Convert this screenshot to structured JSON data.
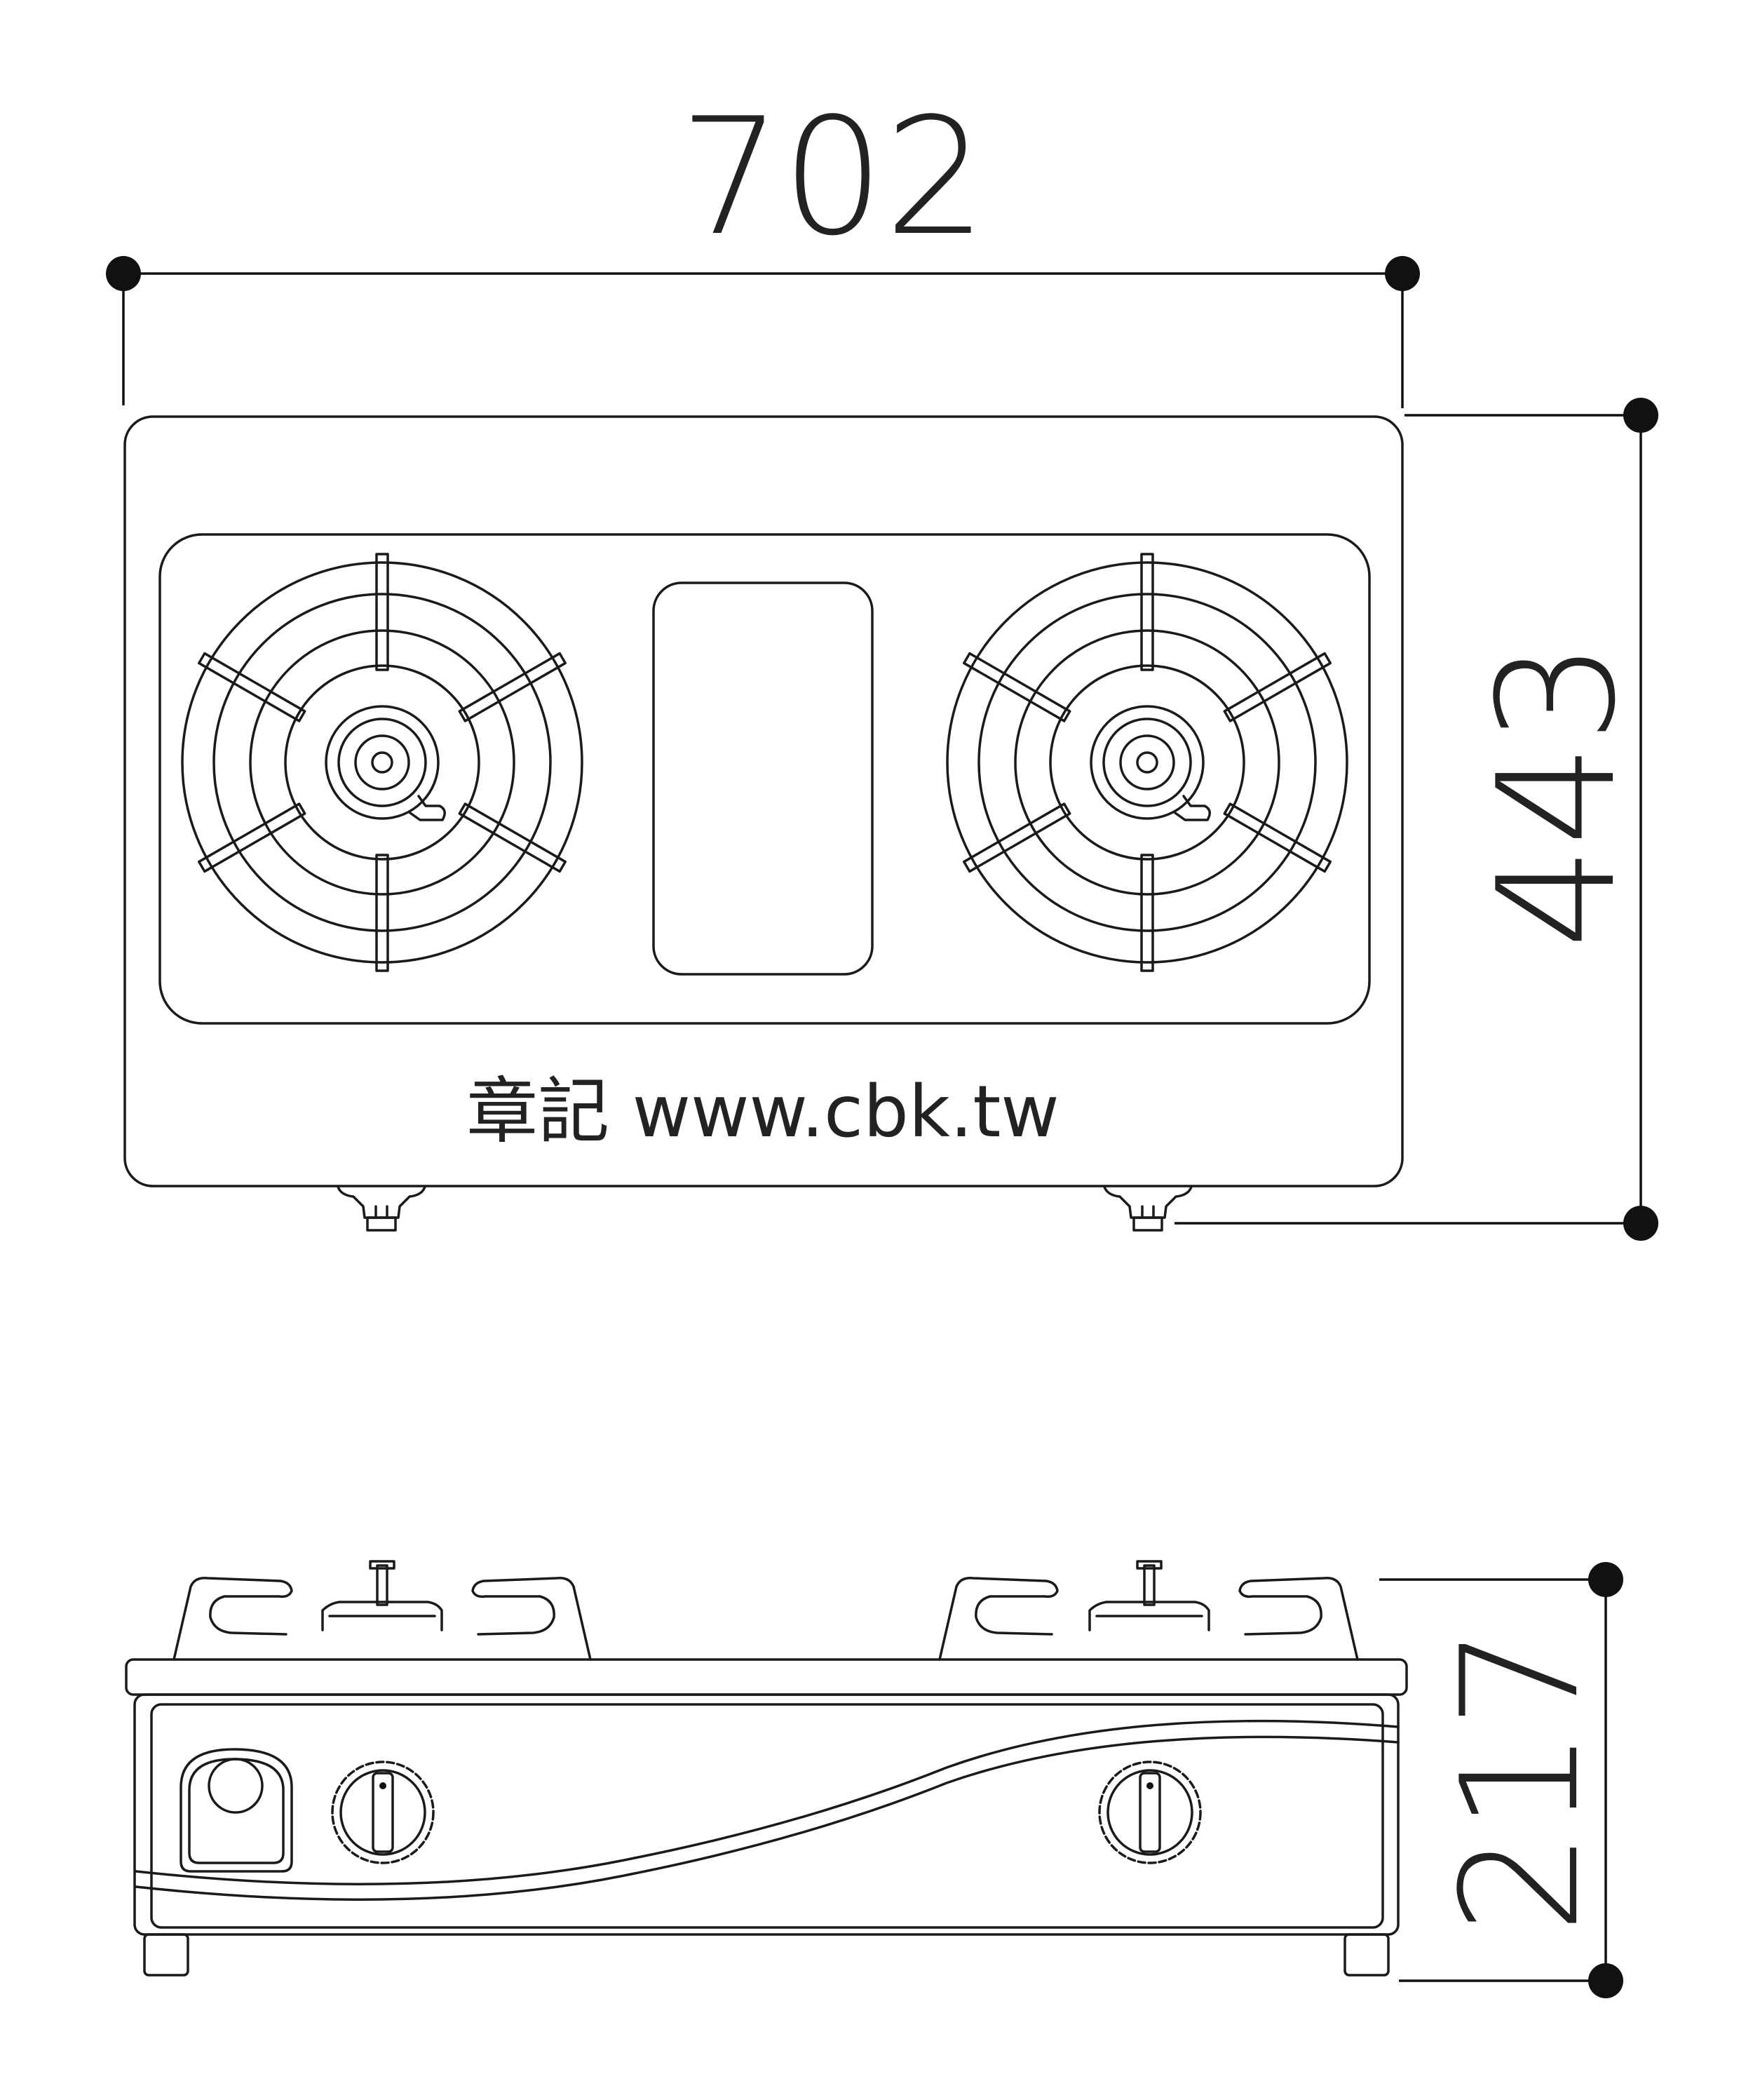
{
  "dimensions": {
    "width": "702",
    "depth": "443",
    "height": "217"
  },
  "brand_text": "章記 www.cbk.tw",
  "line_color": "#1a1a1a",
  "background_color": "#ffffff"
}
